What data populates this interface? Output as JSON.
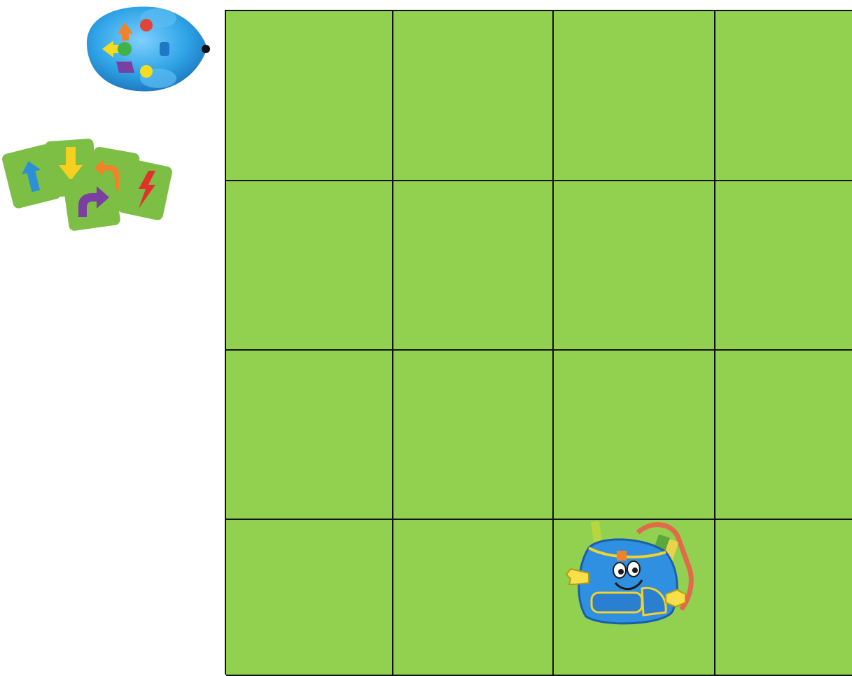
{
  "colors": {
    "board_green": "#92D050",
    "grid_line": "#111111",
    "mouse_body": "#2EA3E6",
    "card_green": "#7CBF44",
    "backpack_blue": "#2F8FE0"
  },
  "board": {
    "rows": 4,
    "cols": 4,
    "target": {
      "row": 4,
      "col": 3,
      "item": "backpack-icon"
    }
  },
  "pieces": {
    "robot": "robot-mouse-icon",
    "cards": [
      "arrow-up-card-icon",
      "arrow-down-card-icon",
      "turn-left-card-icon",
      "lightning-card-icon",
      "turn-right-card-icon"
    ]
  }
}
